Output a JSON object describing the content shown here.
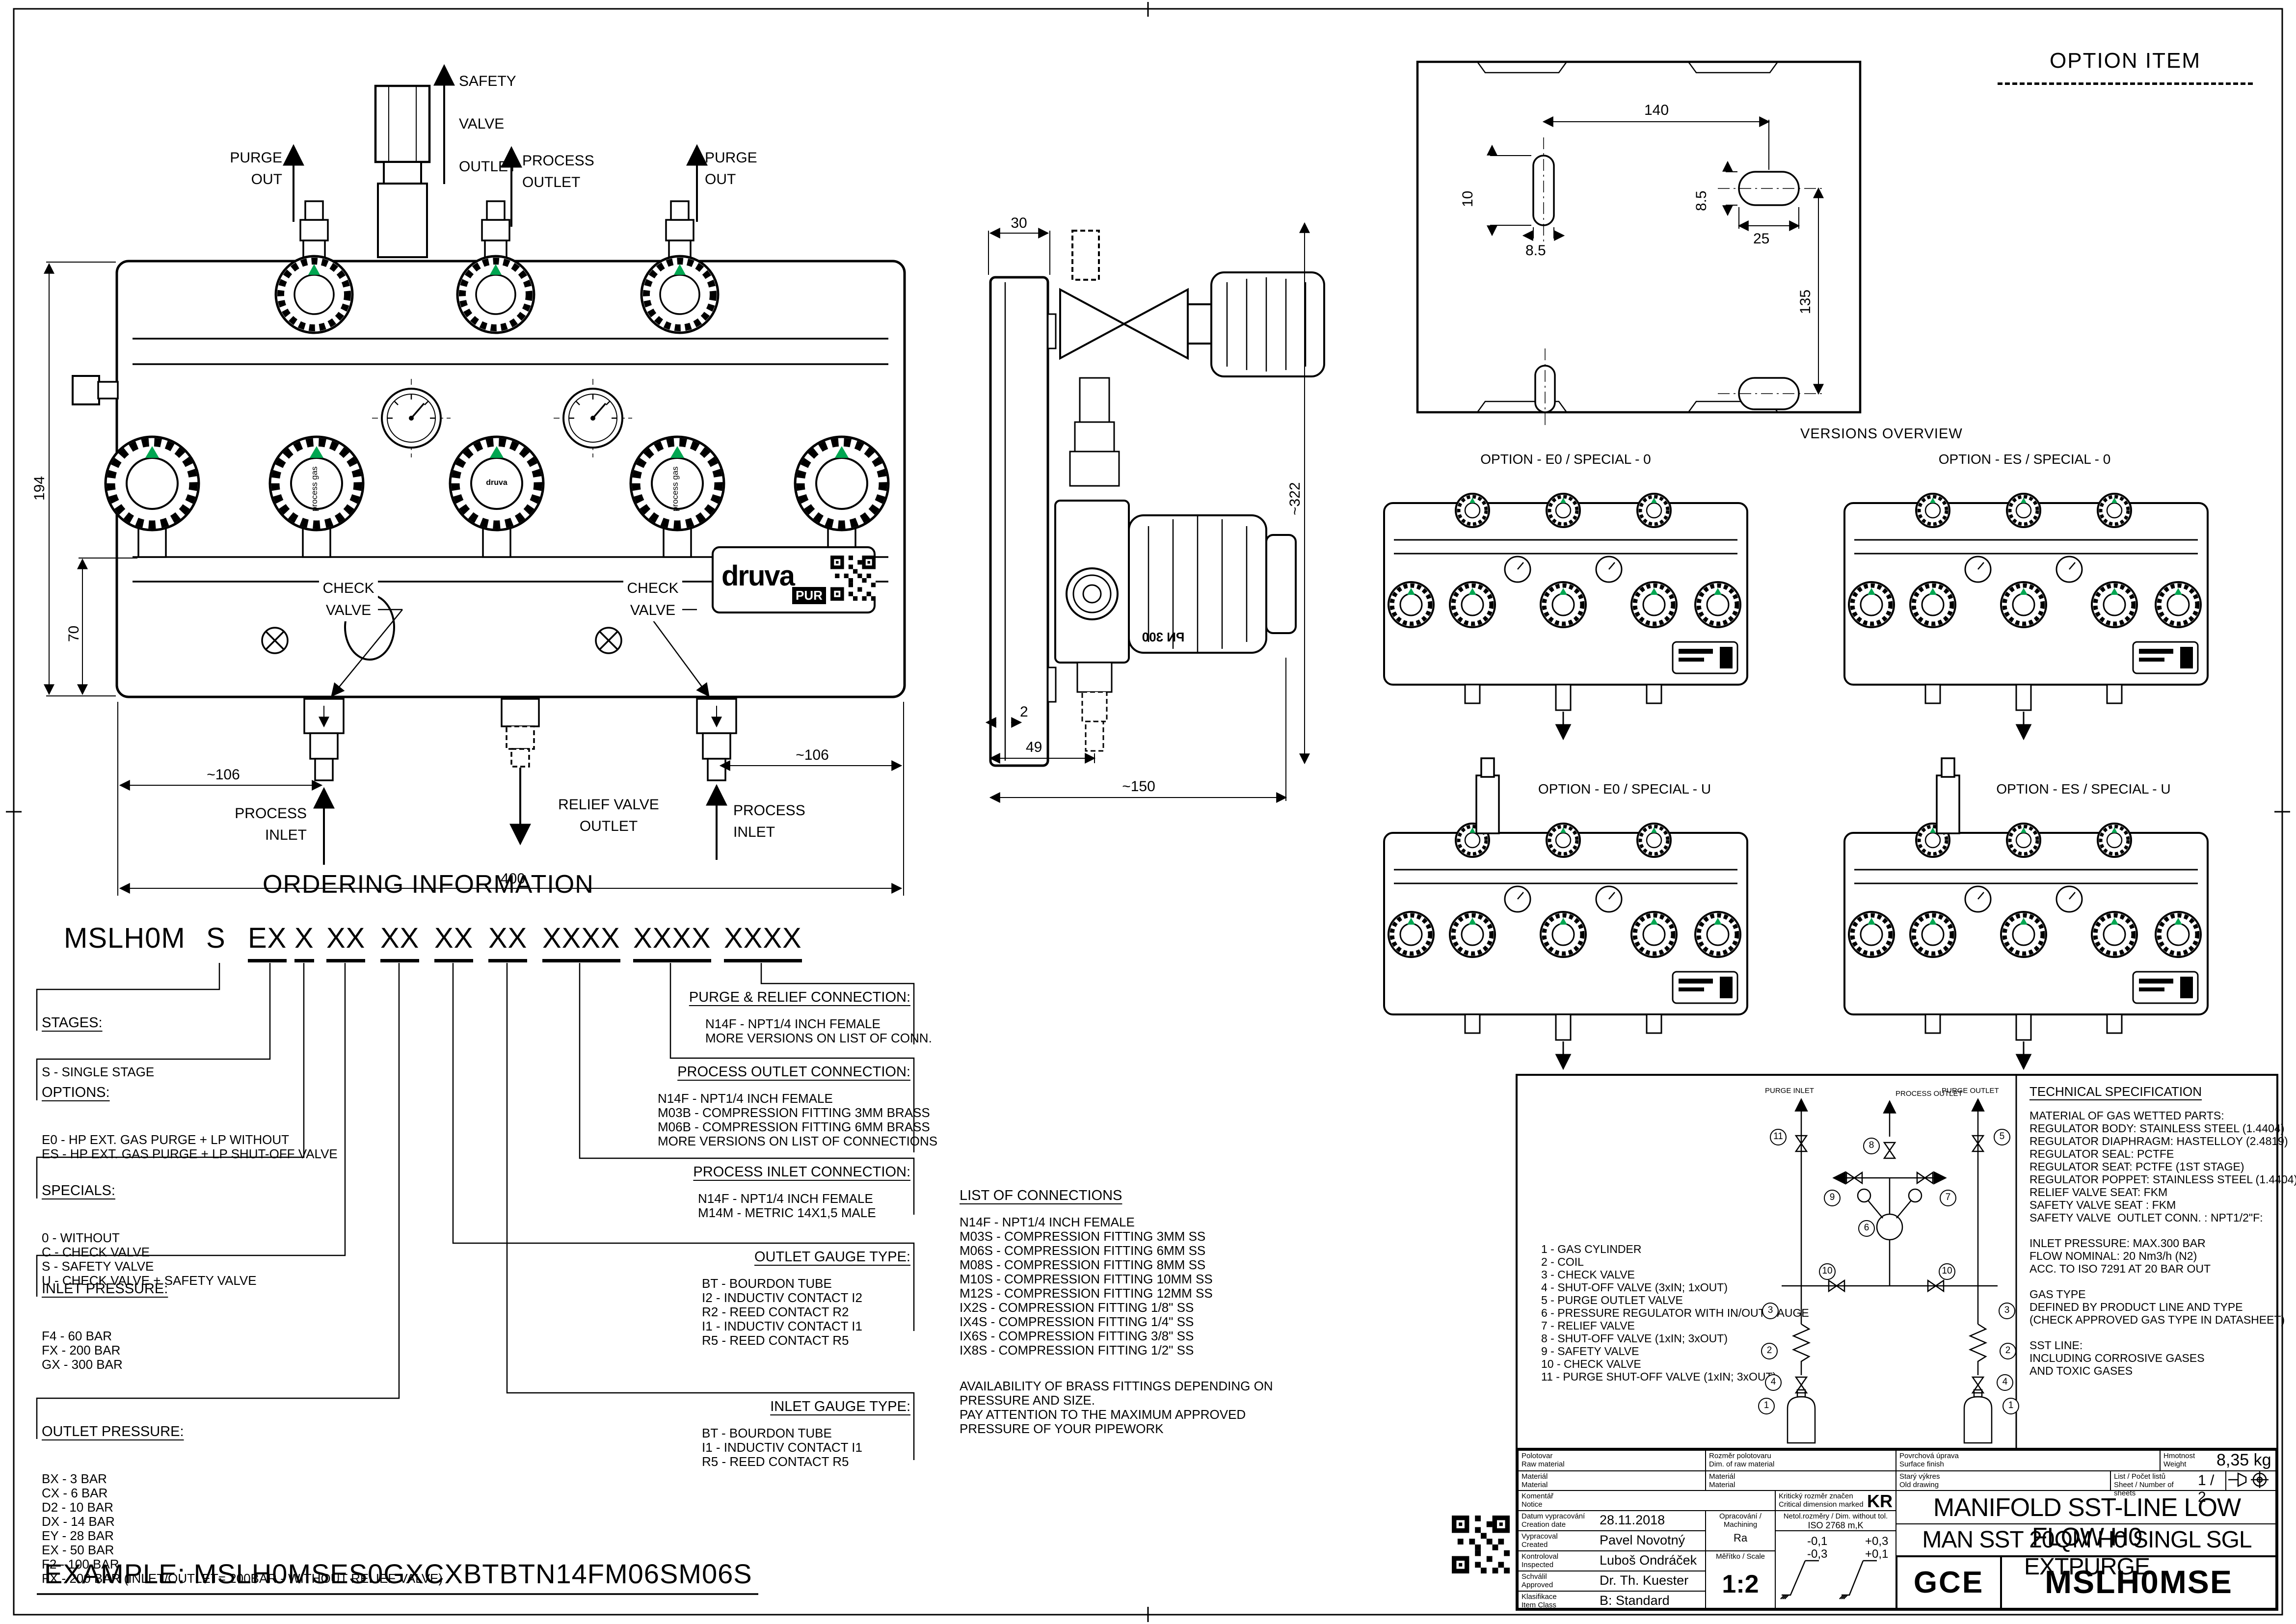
{
  "accent_green": "#00A651",
  "front_view": {
    "labels": {
      "safety_valve_outlet": "SAFETY VALVE OUTLET",
      "purge_out_left": "PURGE OUT",
      "process_outlet": "PROCESS OUTLET",
      "purge_out_right": "PURGE OUT",
      "check_valve_left": "CHECK VALVE",
      "check_valve_right": "CHECK VALVE",
      "process_inlet_left": "PROCESS INLET",
      "process_inlet_right": "PROCESS INLET",
      "relief_valve_outlet": "RELIEF VALVE OUTLET",
      "knob_process_gas": "process gas",
      "knob_brand": "druva"
    },
    "dims": {
      "width": "400",
      "height": "194",
      "lower_height": "70",
      "inlet_left": "~106",
      "inlet_right": "~106"
    },
    "logo": {
      "brand": "druva",
      "tag": "PUR"
    }
  },
  "side_view": {
    "dims": {
      "depth": "30",
      "height": "~322",
      "plate": "2",
      "inlet_offset": "49",
      "width": "~150"
    },
    "regulator_text": "PN 300"
  },
  "option_item": {
    "title": "OPTION ITEM",
    "dims": {
      "hole_spacing": "140",
      "slot_len": "10",
      "slot_w": "8.5",
      "slot2_w": "8.5",
      "slot2_len": "25",
      "vertical": "135"
    }
  },
  "versions": {
    "title": "VERSIONS OVERVIEW",
    "options": [
      "OPTION - E0 / SPECIAL - 0",
      "OPTION - ES / SPECIAL - 0",
      "OPTION - E0 / SPECIAL - U",
      "OPTION - ES / SPECIAL - U"
    ]
  },
  "ordering": {
    "title": "ORDERING INFORMATION",
    "code": {
      "groups": [
        "MSLH0M",
        "S",
        "EX",
        "X",
        "XX",
        "XX",
        "XX",
        "XX",
        "XXXX",
        "XXXX",
        "XXXX"
      ]
    },
    "stages": {
      "heading": "STAGES:",
      "items": [
        "S - SINGLE STAGE"
      ]
    },
    "options": {
      "heading": "OPTIONS:",
      "items": [
        "E0 - HP EXT. GAS PURGE + LP WITHOUT",
        "ES - HP EXT. GAS PURGE + LP SHUT-OFF VALVE"
      ]
    },
    "specials": {
      "heading": "SPECIALS:",
      "items": [
        "0 - WITHOUT",
        "C - CHECK VALVE",
        "S - SAFETY VALVE",
        "U - CHECK VALVE + SAFETY VALVE"
      ]
    },
    "inlet_pressure": {
      "heading": "INLET PRESSURE:",
      "items": [
        "F4 - 60 BAR",
        "FX - 200 BAR",
        "GX - 300 BAR"
      ]
    },
    "outlet_pressure": {
      "heading": "OUTLET PRESSURE:",
      "items": [
        "BX - 3 BAR",
        "CX - 6 BAR",
        "D2 - 10 BAR",
        "DX - 14 BAR",
        "EY - 28 BAR",
        "EX - 50 BAR",
        "F2 - 100 BAR",
        "FX - 200 BAR (INLET/OUTLET= 200BAR - WITHOUT RELIEF VALVE)"
      ]
    },
    "purge_relief_connection": {
      "heading": "PURGE & RELIEF CONNECTION:",
      "items": [
        "N14F - NPT1/4 INCH FEMALE",
        "MORE VERSIONS ON LIST OF CONN."
      ]
    },
    "process_outlet_connection": {
      "heading": "PROCESS OUTLET CONNECTION:",
      "items": [
        "N14F - NPT1/4 INCH FEMALE",
        "M03B - COMPRESSION FITTING 3MM BRASS",
        "M06B - COMPRESSION FITTING 6MM BRASS",
        "MORE VERSIONS ON LIST OF CONNECTIONS"
      ]
    },
    "process_inlet_connection": {
      "heading": "PROCESS INLET CONNECTION:",
      "items": [
        "N14F - NPT1/4 INCH FEMALE",
        "M14M - METRIC 14X1,5 MALE"
      ]
    },
    "outlet_gauge_type": {
      "heading": "OUTLET GAUGE TYPE:",
      "items": [
        "BT - BOURDON TUBE",
        "I2 - INDUCTIV CONTACT I2",
        "R2 - REED CONTACT R2",
        "I1 - INDUCTIV CONTACT I1",
        "R5 - REED CONTACT R5"
      ]
    },
    "inlet_gauge_type": {
      "heading": "INLET GAUGE TYPE:",
      "items": [
        "BT - BOURDON TUBE",
        "I1 - INDUCTIV CONTACT I1",
        "R5 - REED CONTACT R5"
      ]
    },
    "list_of_connections": {
      "heading": "LIST OF CONNECTIONS",
      "items": [
        "N14F - NPT1/4 INCH FEMALE",
        "M03S - COMPRESSION FITTING 3MM SS",
        "M06S - COMPRESSION FITTING 6MM SS",
        "M08S - COMPRESSION FITTING 8MM SS",
        "M10S - COMPRESSION FITTING 10MM SS",
        "M12S - COMPRESSION FITTING 12MM SS",
        "IX2S - COMPRESSION FITTING 1/8\" SS",
        "IX4S - COMPRESSION FITTING 1/4\" SS",
        "IX6S - COMPRESSION FITTING 3/8\" SS",
        "IX8S - COMPRESSION FITTING 1/2\" SS"
      ],
      "note": [
        "AVAILABILITY OF BRASS FITTINGS DEPENDING ON",
        "PRESSURE AND SIZE.",
        "PAY ATTENTION TO THE MAXIMUM APPROVED",
        "PRESSURE OF YOUR PIPEWORK"
      ]
    },
    "example": "EXAMPLE: MSLH0MSES0GXCXBTBTN14FM06SM06S"
  },
  "schematic": {
    "legend": [
      "1 - GAS CYLINDER",
      "2 - COIL",
      "3 - CHECK VALVE",
      "4 - SHUT-OFF VALVE (3xIN; 1xOUT)",
      "5 - PURGE OUTLET VALVE",
      "6 - PRESSURE REGULATOR WITH IN/OUT GAUGE",
      "7 - RELIEF VALVE",
      "8 - SHUT-OFF VALVE (1xIN; 3xOUT)",
      "9 - SAFETY VALVE",
      "10 - CHECK VALVE",
      "11 - PURGE SHUT-OFF VALVE (1xIN; 3xOUT)"
    ],
    "balloons": [
      "1",
      "2",
      "3",
      "4",
      "5",
      "6",
      "7",
      "8",
      "9",
      "10",
      "11"
    ],
    "labels": {
      "purge_inlet": "PURGE INLET",
      "process_outlet": "PROCESS OUTLET",
      "purge_outlet": "PURGE OUTLET"
    }
  },
  "technical_specification": {
    "heading": "TECHNICAL SPECIFICATION",
    "lines": [
      "MATERIAL OF GAS WETTED PARTS:",
      "REGULATOR BODY: STAINLESS STEEL (1.4404)",
      "REGULATOR DIAPHRAGM: HASTELLOY (2.4819)",
      "REGULATOR SEAL: PCTFE",
      "REGULATOR SEAT: PCTFE (1ST STAGE)",
      "REGULATOR POPPET: STAINLESS STEEL (1.4404)",
      "RELIEF VALVE SEAT: FKM",
      "SAFETY VALVE SEAT : FKM",
      "SAFETY VALVE  OUTLET CONN. : NPT1/2\"F:",
      "",
      "INLET PRESSURE: MAX.300 BAR",
      "FLOW NOMINAL: 20 Nm3/h (N2)",
      "ACC. TO ISO 7291 AT 20 BAR OUT",
      "",
      "GAS TYPE",
      "DEFINED BY PRODUCT LINE AND TYPE",
      "(CHECK APPROVED GAS TYPE IN DATASHEET)",
      "",
      "SST LINE:",
      "INCLUDING CORROSIVE GASES",
      "AND TOXIC GASES"
    ]
  },
  "title_block": {
    "polotovar": {
      "cz": "Polotovar",
      "en": "Raw material"
    },
    "rozmer": {
      "cz": "Rozměr polotovaru",
      "en": "Dim. of raw material"
    },
    "material1": {
      "cz": "Materiál",
      "en": "Material"
    },
    "material2": {
      "cz": "Materiál",
      "en": "Material"
    },
    "povrchova": {
      "cz": "Povrchová úprava",
      "en": "Surface finish"
    },
    "stary": {
      "cz": "Starý výkres",
      "en": "Old drawing"
    },
    "hmotnost": {
      "cz": "Hmotnost",
      "en": "Weight",
      "value": "8,35 kg"
    },
    "list": {
      "cz": "List / Počet listů",
      "en": "Sheet / Number of sheets",
      "value": "1 / 2"
    },
    "komentar": {
      "cz": "Komentář",
      "en": "Notice"
    },
    "kriticky": {
      "cz": "Kritický rozměr značen",
      "en": "Critical dimension marked",
      "value": "KR"
    },
    "datum": {
      "cz": "Datum vypracování",
      "en": "Creation date",
      "value": "28.11.2018"
    },
    "vypracoval": {
      "cz": "Vypracoval",
      "en": "Created",
      "value": "Pavel Novotný"
    },
    "kontroloval": {
      "cz": "Kontroloval",
      "en": "Inspected",
      "value": "Luboš Ondráček"
    },
    "schvalil": {
      "cz": "Schválil",
      "en": "Approved",
      "value": "Dr. Th. Kuester"
    },
    "klasifikace": {
      "cz": "Klasifikace",
      "en": "Item Class",
      "value": "B: Standard"
    },
    "opracovani": {
      "label": "Opracování / Machining",
      "value": "Ra"
    },
    "meritko": {
      "label": "Měřítko / Scale",
      "value": "1:2"
    },
    "netol": {
      "label": "Netol.rozměry / Dim. without tol.",
      "value": "ISO 2768 m,K"
    },
    "tol_left": {
      "top": "-0,1",
      "bottom": "-0,3"
    },
    "tol_right": {
      "top": "+0,3",
      "bottom": "+0,1"
    },
    "title": "MANIFOLD SST-LINE LOW FLOW H0",
    "subtitle": "MAN SST 20QM H0 SINGL SGL EXTPURGE",
    "logo": "GCE",
    "part_number": "MSLH0MSE"
  }
}
